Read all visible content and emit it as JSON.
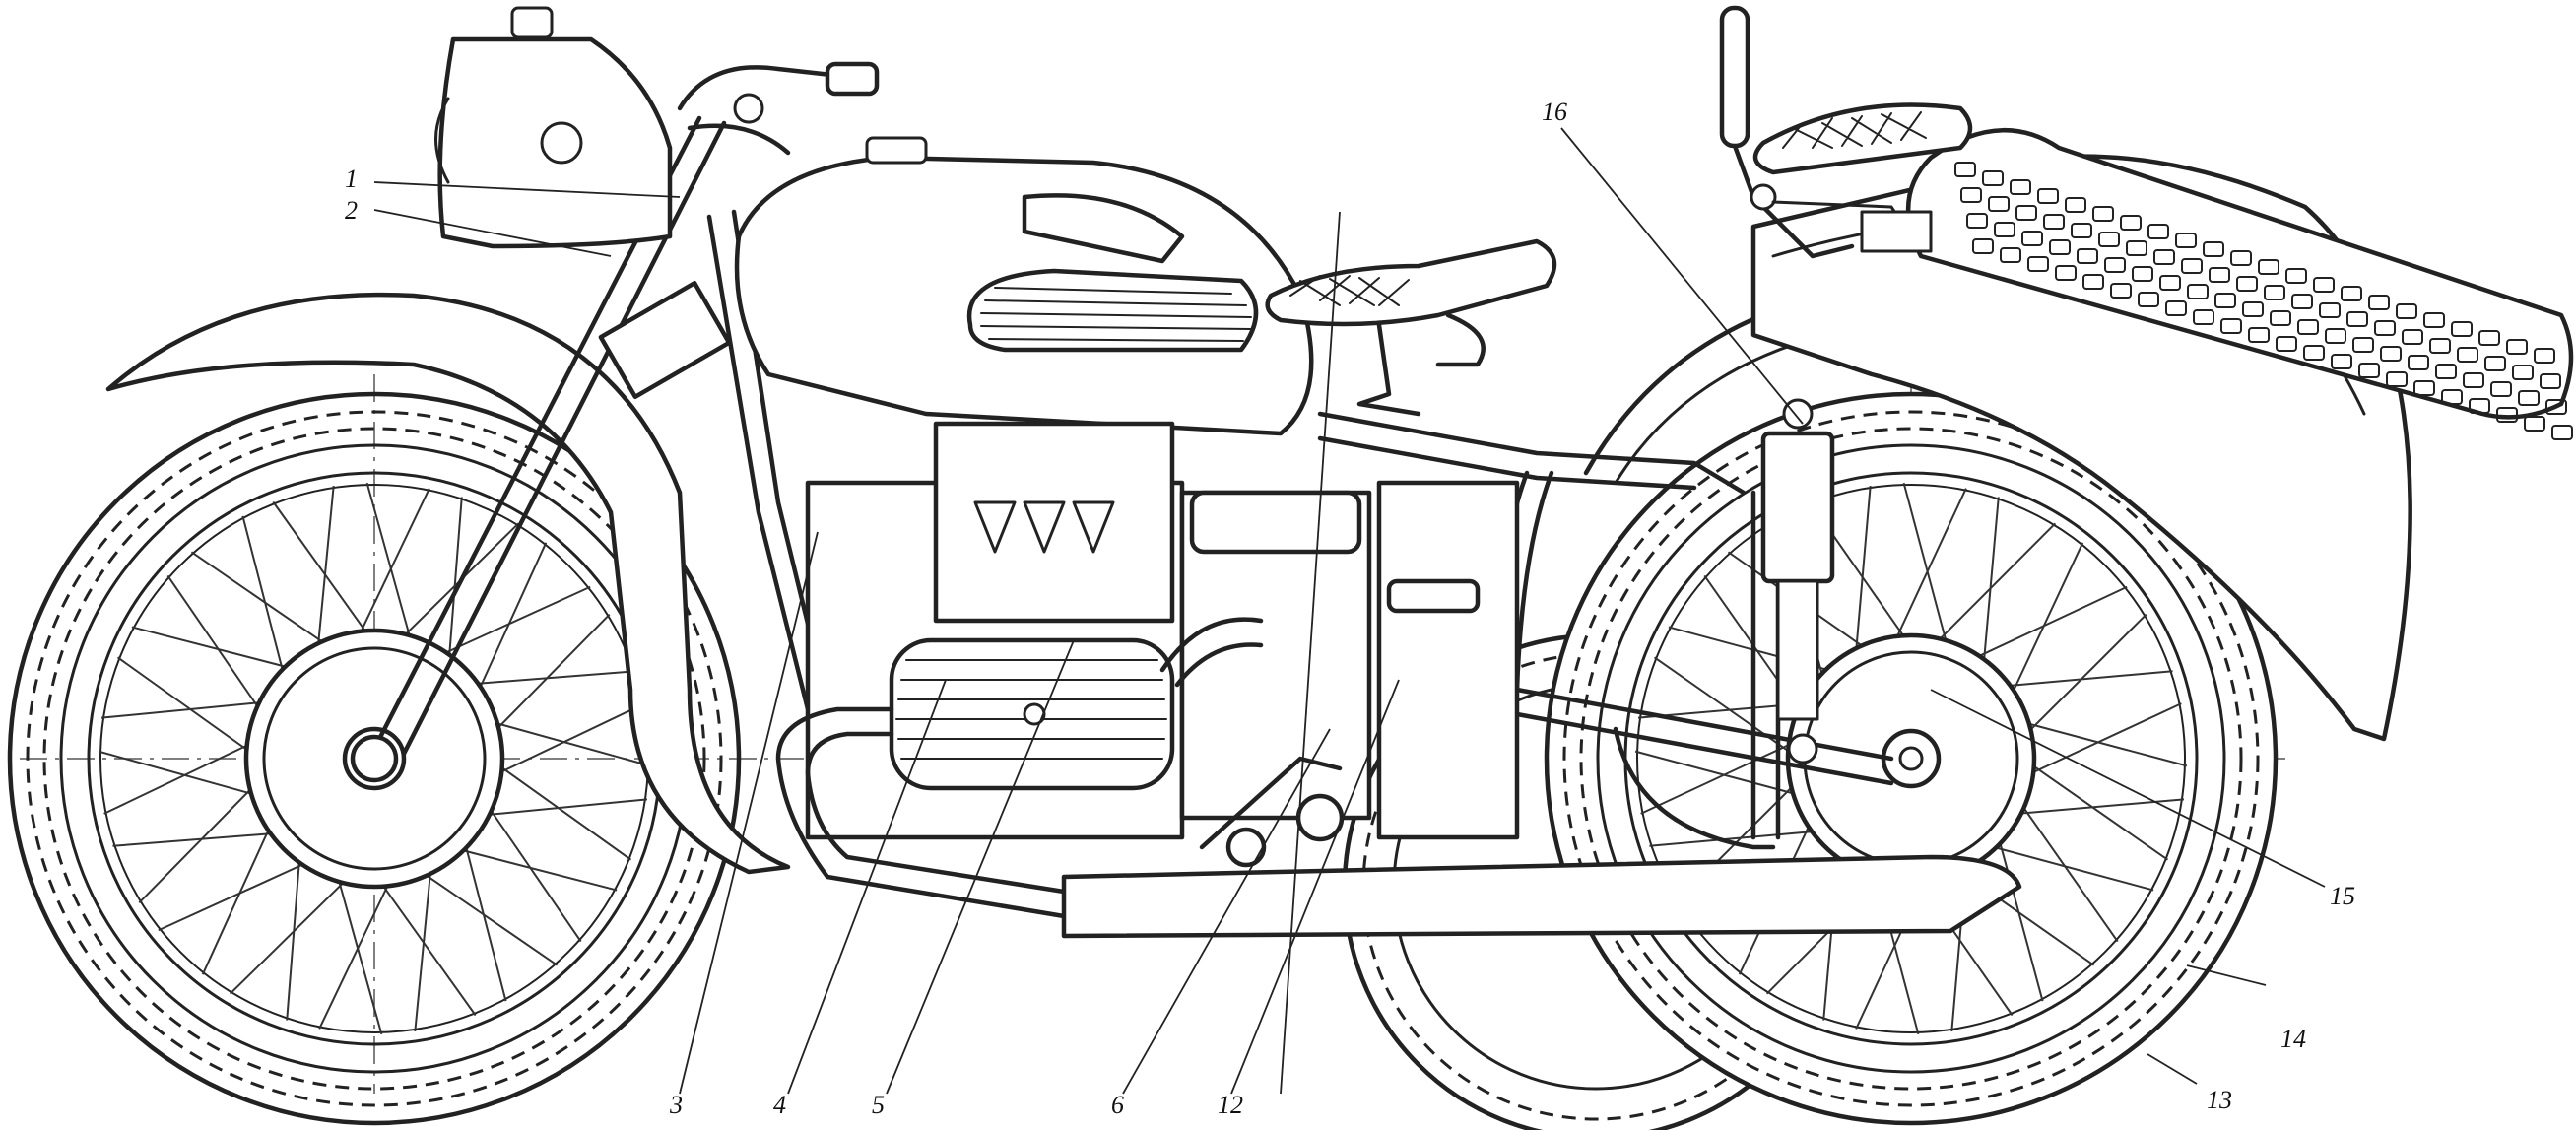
{
  "labels": [
    {
      "id": "1",
      "text": "1"
    },
    {
      "id": "2",
      "text": "2"
    },
    {
      "id": "3",
      "text": "3"
    },
    {
      "id": "4",
      "text": "4"
    },
    {
      "id": "5",
      "text": "5"
    },
    {
      "id": "6",
      "text": "6"
    },
    {
      "id": "12",
      "text": "12"
    },
    {
      "id": "13",
      "text": "13"
    },
    {
      "id": "14",
      "text": "14"
    },
    {
      "id": "15",
      "text": "15"
    },
    {
      "id": "16",
      "text": "16"
    }
  ],
  "colors": {
    "ink": "#222222",
    "paper": "#ffffff"
  }
}
